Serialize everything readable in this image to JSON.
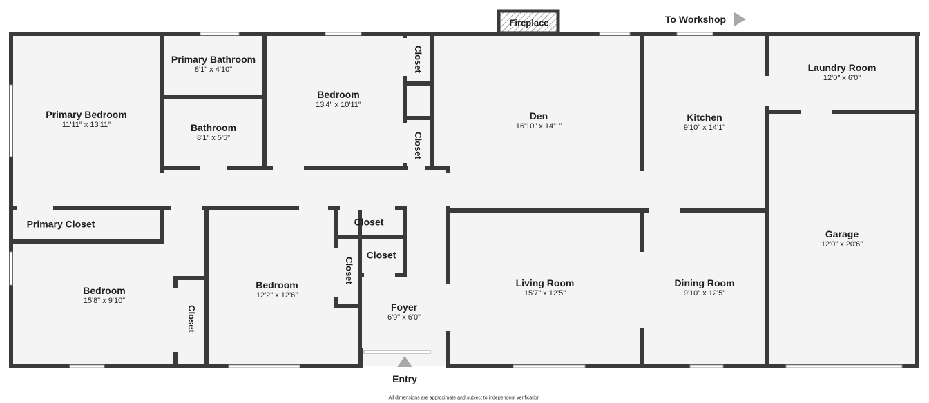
{
  "rooms": {
    "primary_bedroom": {
      "name": "Primary Bedroom",
      "dims": "11'11\" x 13'11\""
    },
    "primary_bathroom": {
      "name": "Primary Bathroom",
      "dims": "8'1\" x 4'10\""
    },
    "bathroom": {
      "name": "Bathroom",
      "dims": "8'1\" x 5'5\""
    },
    "bedroom_top": {
      "name": "Bedroom",
      "dims": "13'4\" x 10'11\""
    },
    "den": {
      "name": "Den",
      "dims": "16'10\" x 14'1\""
    },
    "kitchen": {
      "name": "Kitchen",
      "dims": "9'10\" x 14'1\""
    },
    "laundry": {
      "name": "Laundry Room",
      "dims": "12'0\" x 6'0\""
    },
    "garage": {
      "name": "Garage",
      "dims": "12'0\" x 20'6\""
    },
    "bedroom_left": {
      "name": "Bedroom",
      "dims": "15'8\" x 9'10\""
    },
    "bedroom_mid": {
      "name": "Bedroom",
      "dims": "12'2\" x 12'6\""
    },
    "foyer": {
      "name": "Foyer",
      "dims": "6'9\" x 6'0\""
    },
    "living": {
      "name": "Living Room",
      "dims": "15'7\" x 12'5\""
    },
    "dining": {
      "name": "Dining Room",
      "dims": "9'10\" x 12'5\""
    }
  },
  "closets": {
    "primary_closet": "Primary Closet",
    "closet_top_upper": "Closet",
    "closet_top_lower": "Closet",
    "closet_hall_a": "Closet",
    "closet_hall_b": "Closet",
    "closet_hall_c": "Closet",
    "closet_left_bed": "Closet"
  },
  "labels": {
    "fireplace": "Fireplace",
    "to_workshop": "To Workshop",
    "entry": "Entry",
    "disclaimer": "All dimensions are approximate and subject to independent verification"
  },
  "colors": {
    "wall": "#3a3a3a",
    "floor": "#f4f4f4",
    "arrow": "#a8a8a8"
  }
}
